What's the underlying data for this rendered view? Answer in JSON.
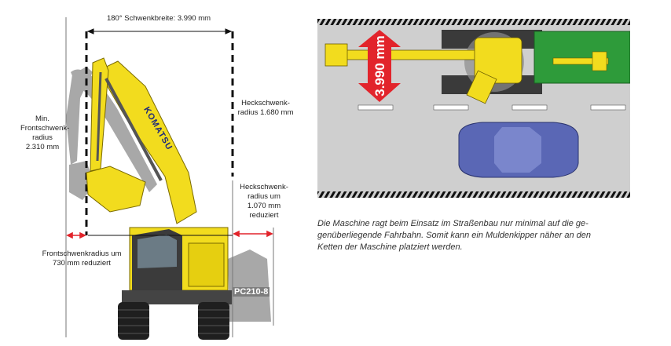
{
  "excavator_diagram": {
    "swing_width_label": "180° Schwenkbreite: 3.990 mm",
    "min_front_radius_label": [
      "Min.",
      "Frontschwenk-",
      "radius",
      "2.310 mm"
    ],
    "tail_swing_radius_label": [
      "Heckschwenk-",
      "radius 1.680 mm"
    ],
    "tail_swing_reduced_label": [
      "Heckschwenk-",
      "radius um",
      "1.070 mm",
      "reduziert"
    ],
    "front_swing_reduced_label": [
      "Frontschwenkradius um",
      "730 mm reduziert"
    ],
    "brand_logo_text": "KOMATSU",
    "model_label": "PC210-8",
    "colors": {
      "machine_yellow": "#f2dc1e",
      "ghost_gray": "#a8a8a8",
      "marker_red": "#e2242b",
      "dash_black": "#111111"
    }
  },
  "road_diagram": {
    "width_value_label": "3.990 mm",
    "colors": {
      "road": "#cfcfcf",
      "truck_green": "#2e9b3a",
      "car_blue": "#5a67b5",
      "arrow_red": "#e2242b"
    }
  },
  "caption": {
    "lines": [
      "Die Maschine ragt beim Einsatz im Straßenbau nur minimal auf die ge-",
      "genüberliegende Fahrbahn. Somit kann ein Muldenkipper näher an den",
      "Ketten der Maschine platziert werden."
    ]
  }
}
